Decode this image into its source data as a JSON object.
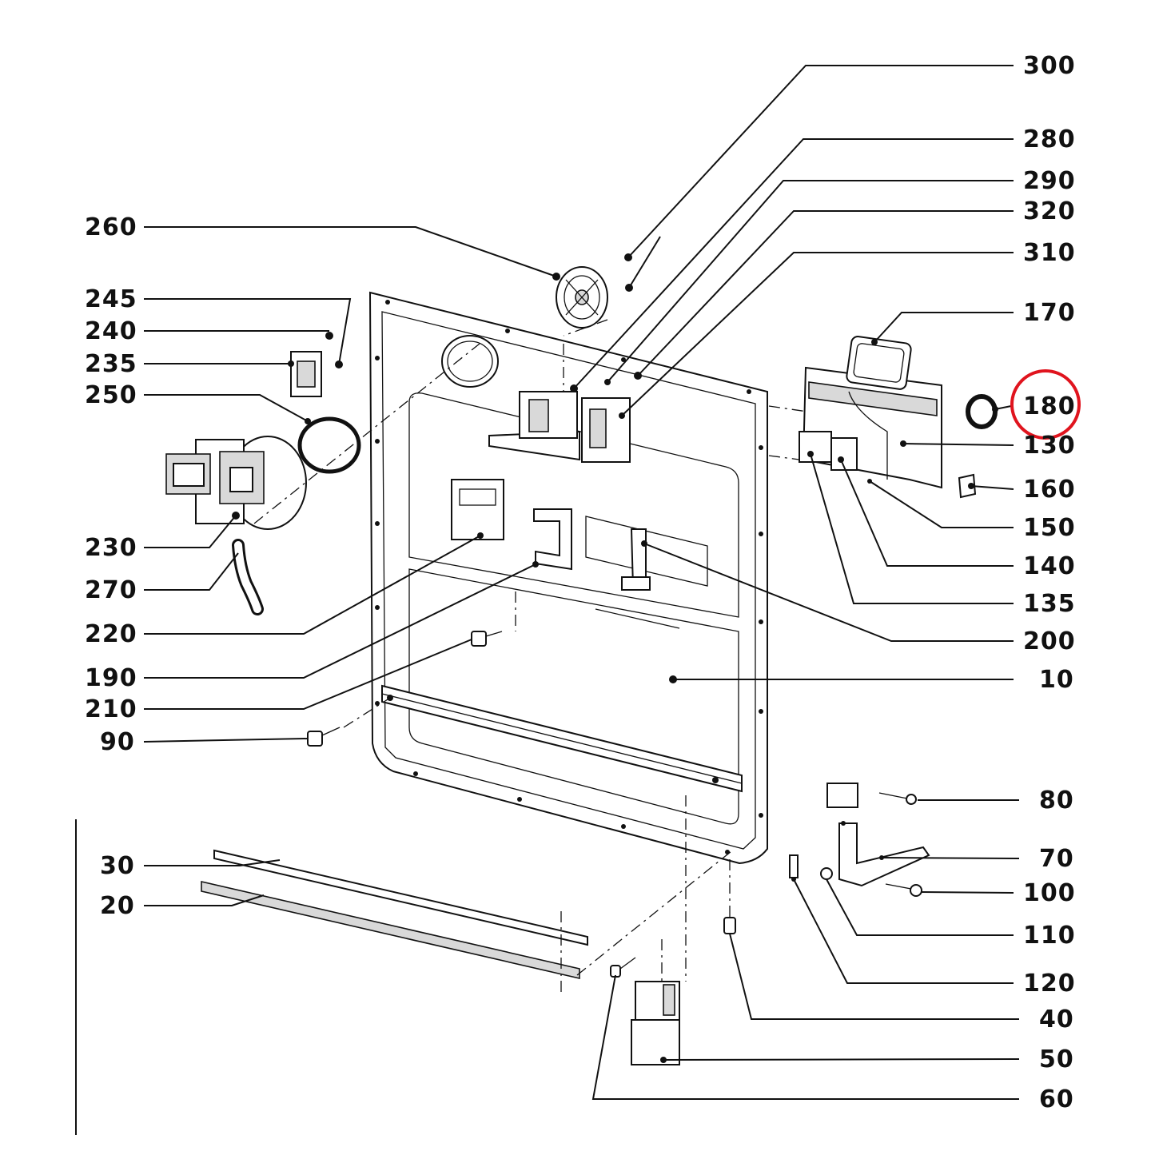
{
  "diagram": {
    "labels": [
      {
        "id": "300",
        "text": "300"
      },
      {
        "id": "280",
        "text": "280"
      },
      {
        "id": "290",
        "text": "290"
      },
      {
        "id": "320",
        "text": "320"
      },
      {
        "id": "310",
        "text": "310"
      },
      {
        "id": "170",
        "text": "170"
      },
      {
        "id": "180",
        "text": "180"
      },
      {
        "id": "130",
        "text": "130"
      },
      {
        "id": "160",
        "text": "160"
      },
      {
        "id": "150",
        "text": "150"
      },
      {
        "id": "140",
        "text": "140"
      },
      {
        "id": "135",
        "text": "135"
      },
      {
        "id": "200",
        "text": "200"
      },
      {
        "id": "10",
        "text": "10"
      },
      {
        "id": "80",
        "text": "80"
      },
      {
        "id": "70",
        "text": "70"
      },
      {
        "id": "100",
        "text": "100"
      },
      {
        "id": "110",
        "text": "110"
      },
      {
        "id": "120",
        "text": "120"
      },
      {
        "id": "40",
        "text": "40"
      },
      {
        "id": "50",
        "text": "50"
      },
      {
        "id": "60",
        "text": "60"
      },
      {
        "id": "260",
        "text": "260"
      },
      {
        "id": "245",
        "text": "245"
      },
      {
        "id": "240",
        "text": "240"
      },
      {
        "id": "235",
        "text": "235"
      },
      {
        "id": "250",
        "text": "250"
      },
      {
        "id": "230",
        "text": "230"
      },
      {
        "id": "270",
        "text": "270"
      },
      {
        "id": "220",
        "text": "220"
      },
      {
        "id": "190",
        "text": "190"
      },
      {
        "id": "210",
        "text": "210"
      },
      {
        "id": "90",
        "text": "90"
      },
      {
        "id": "30",
        "text": "30"
      },
      {
        "id": "20",
        "text": "20"
      }
    ],
    "highlighted_label": "180",
    "highlight_color": "#e0141e",
    "line_color": "#111111"
  }
}
